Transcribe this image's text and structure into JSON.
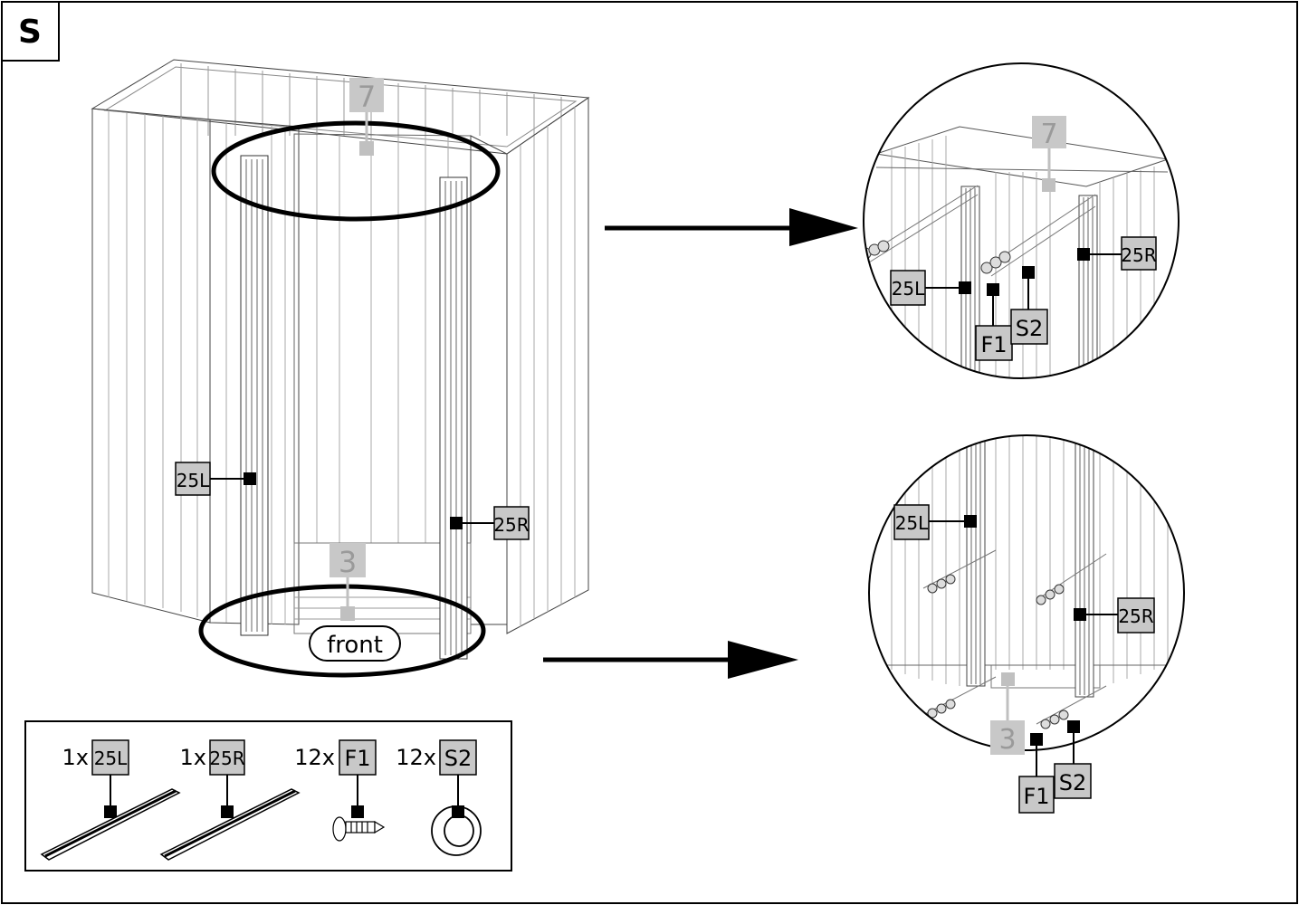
{
  "step": {
    "letter": "S"
  },
  "main": {
    "part_top": "7",
    "part_bottom": "3",
    "left_post": "25L",
    "right_post": "25R",
    "front_label": "front"
  },
  "detail_top": {
    "part": "7",
    "left_post": "25L",
    "right_post": "25R",
    "screw": "F1",
    "washer": "S2"
  },
  "detail_bottom": {
    "part": "3",
    "left_post": "25L",
    "right_post": "25R",
    "screw": "F1",
    "washer": "S2"
  },
  "parts_list": [
    {
      "qty": "1x",
      "code": "25L",
      "icon": "post-rail-icon"
    },
    {
      "qty": "1x",
      "code": "25R",
      "icon": "post-rail-icon"
    },
    {
      "qty": "12x",
      "code": "F1",
      "icon": "screw-icon"
    },
    {
      "qty": "12x",
      "code": "S2",
      "icon": "washer-icon"
    }
  ],
  "colors": {
    "label_fill": "#c8c8c8",
    "ghost_label": "#a9a9a9",
    "line": "#000000"
  }
}
